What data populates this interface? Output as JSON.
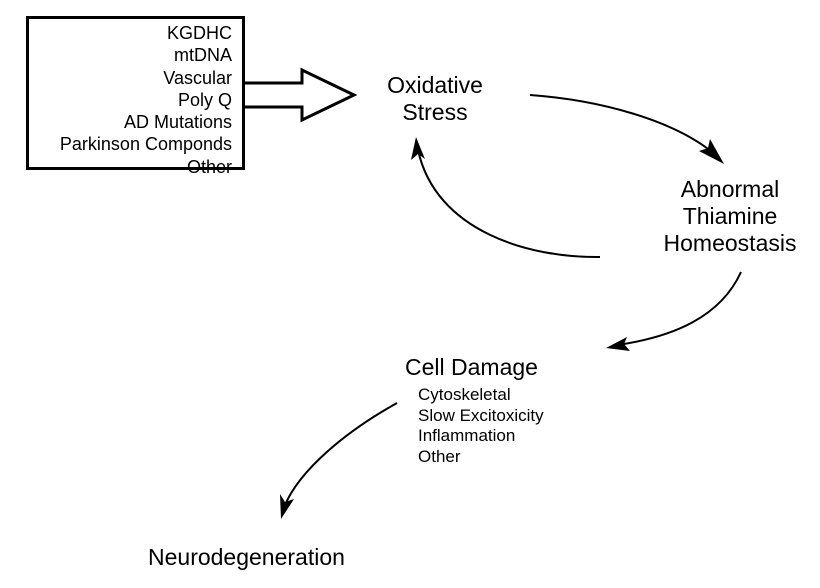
{
  "causes": {
    "items": [
      "KGDHC",
      "mtDNA",
      "Vascular",
      "Poly Q",
      "AD Mutations",
      "Parkinson Componds",
      "Other"
    ]
  },
  "nodes": {
    "oxidative_stress": [
      "Oxidative",
      "Stress"
    ],
    "abnormal_thiamine": [
      "Abnormal",
      "Thiamine",
      "Homeostasis"
    ],
    "cell_damage": "Cell Damage",
    "neurodegeneration": "Neurodegeneration"
  },
  "cell_damage_types": {
    "items": [
      "Cytoskeletal",
      "Slow Excitoxicity",
      "Inflammation",
      "Other"
    ]
  }
}
